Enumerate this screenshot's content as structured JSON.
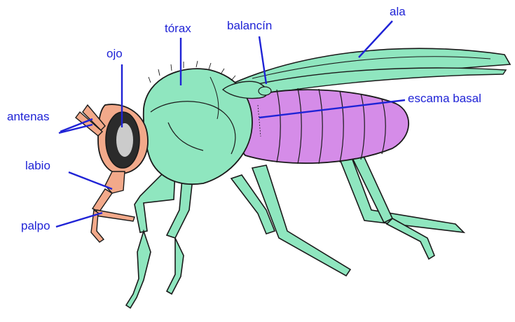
{
  "diagram": {
    "labels": {
      "ojo": "ojo",
      "torax": "tórax",
      "balancin": "balancín",
      "ala": "ala",
      "antenas": "antenas",
      "escama_basal": "escama basal",
      "labio": "labio",
      "palpo": "palpo"
    },
    "colors": {
      "body": "#8fe6bf",
      "abdomen": "#d58ce8",
      "head": "#f2a98a",
      "eye_dark": "#2b2b2b",
      "eye_light": "#e8e8e8",
      "outline": "#1a1a1a",
      "label": "#1f23d6",
      "leader_line": "#1f23d6"
    }
  }
}
